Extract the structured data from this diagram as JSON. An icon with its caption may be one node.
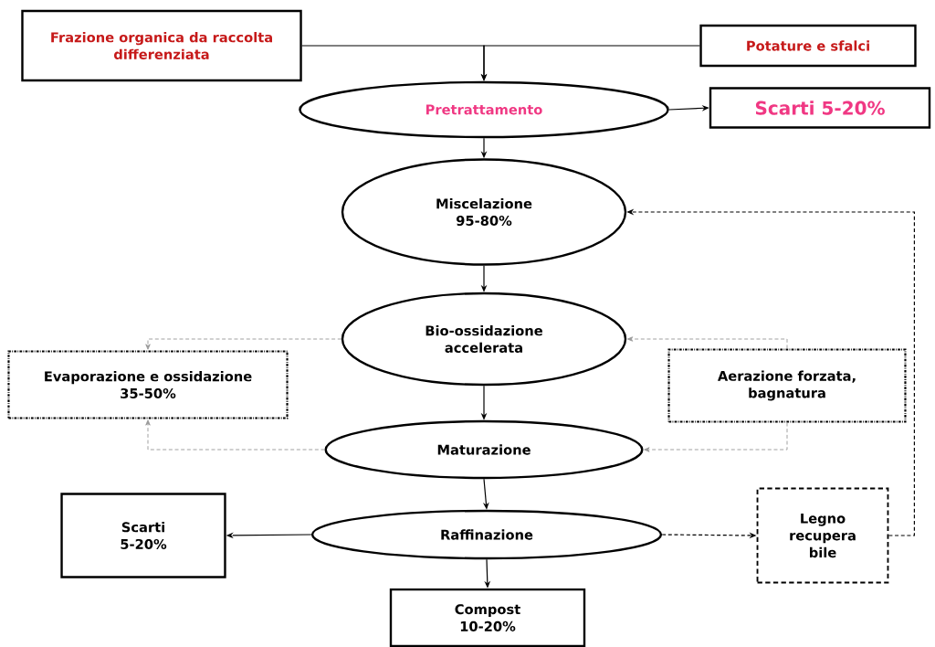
{
  "diagram": {
    "nodes": [
      {
        "text": [
          "Frazione organica da raccolta differenziata"
        ]
      },
      {
        "text": [
          "Potature e sfalci"
        ]
      },
      {
        "text": [
          "Pretrattamento"
        ]
      },
      {
        "text": [
          "Scarti 5-20%"
        ]
      },
      {
        "text": [
          "Miscelazione 95-80%"
        ]
      },
      {
        "text": [
          "Bio-ossidazione accelerata"
        ]
      },
      {
        "text": [
          "Evaporazione e ossidazione 35-50%"
        ]
      },
      {
        "text": [
          "Aerazione forzata, bagnatura"
        ]
      },
      {
        "text": [
          "Maturazione"
        ]
      },
      {
        "text": [
          "Scarti 5-20%"
        ]
      },
      {
        "text": [
          "Raffinazione"
        ]
      },
      {
        "text": [
          "Legno recupera bile"
        ]
      },
      {
        "text": [
          "Compost 10-20%"
        ]
      }
    ],
    "edges": [
      {
        "from": 0,
        "to": 2,
        "arrow": "to"
      },
      {
        "from": 1,
        "to": 2,
        "arrow": "to"
      },
      {
        "from": 2,
        "to": 3,
        "arrow": "to"
      },
      {
        "from": 2,
        "to": 4,
        "arrow": "to"
      },
      {
        "from": 4,
        "to": 5,
        "arrow": "to"
      },
      {
        "from": 5,
        "to": 6,
        "arrow": "to",
        "style": "dashed",
        "color": "#9a9a9a"
      },
      {
        "from": 7,
        "to": 5,
        "arrow": "to",
        "style": "dashed",
        "color": "#9a9a9a"
      },
      {
        "from": 5,
        "to": 8,
        "arrow": "to"
      },
      {
        "from": 8,
        "to": 6,
        "arrow": "to",
        "style": "dashed",
        "color": "#9a9a9a"
      },
      {
        "from": 7,
        "to": 8,
        "arrow": "to",
        "style": "dashed",
        "color": "#9a9a9a"
      },
      {
        "from": 8,
        "to": 10,
        "arrow": "to"
      },
      {
        "from": 10,
        "to": 9,
        "arrow": "to"
      },
      {
        "from": 10,
        "to": 11,
        "arrow": "to",
        "style": "dashed"
      },
      {
        "from": 11,
        "to": 4,
        "arrow": "to",
        "style": "dashed"
      },
      {
        "from": 10,
        "to": 12,
        "arrow": "to"
      }
    ]
  }
}
